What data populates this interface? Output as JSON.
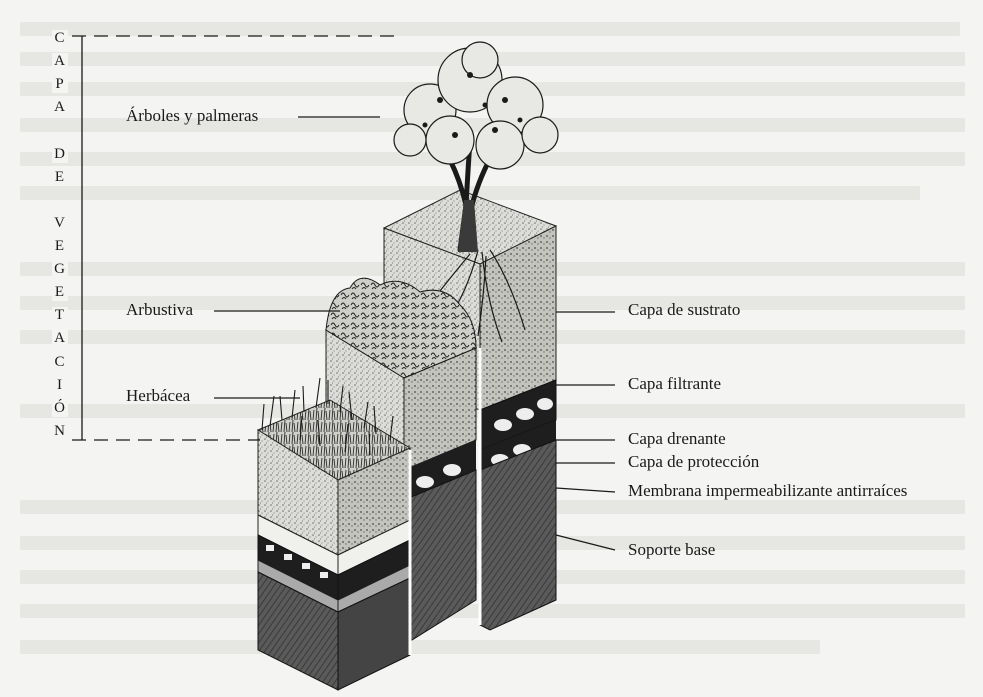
{
  "bracket_title": "CAPA DE VEGETACIÓN",
  "left_labels": {
    "trees": "Árboles y palmeras",
    "shrubs": "Arbustiva",
    "herbs": "Herbácea"
  },
  "right_labels": {
    "substrate": "Capa de sustrato",
    "filter": "Capa filtrante",
    "drainage": "Capa drenante",
    "protection": "Capa de protección",
    "membrane": "Membrana impermeabilizante antirraíces",
    "base": "Soporte base"
  },
  "colors": {
    "ink": "#1a1a1a",
    "paper": "#f4f4f2",
    "substrate": "#d9d9d4",
    "base": "#505050",
    "drain": "#1e1e1e"
  }
}
